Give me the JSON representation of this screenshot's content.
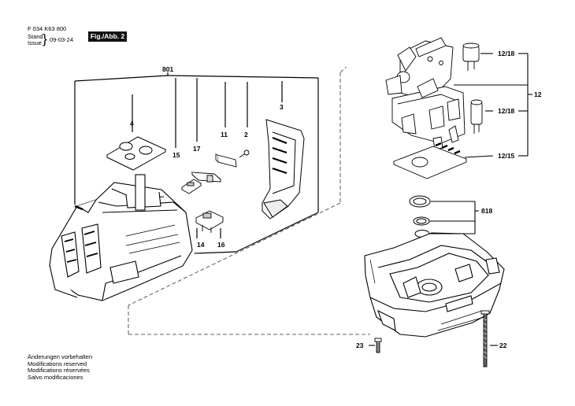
{
  "header": {
    "doc_code": "F 034 K63 800",
    "stand_label": "Stand",
    "issue_label": "Issue",
    "brace": "}",
    "date": "09-03-24",
    "figure_label": "Fig./Abb. 2"
  },
  "part_labels": {
    "p801": "801",
    "p4": "4",
    "p15": "15",
    "p17": "17",
    "p11": "11",
    "p2": "2",
    "p3": "3",
    "p14": "14",
    "p16": "16",
    "p12_18a": "12/18",
    "p12": "12",
    "p12_18b": "12/18",
    "p12_15": "12/15",
    "p818": "818",
    "p23": "23",
    "p22": "22"
  },
  "footer_notes": [
    "Änderungen vorbehalten",
    "Modifications reserved",
    "Modifications réservées",
    "Salvo modificaciones"
  ]
}
